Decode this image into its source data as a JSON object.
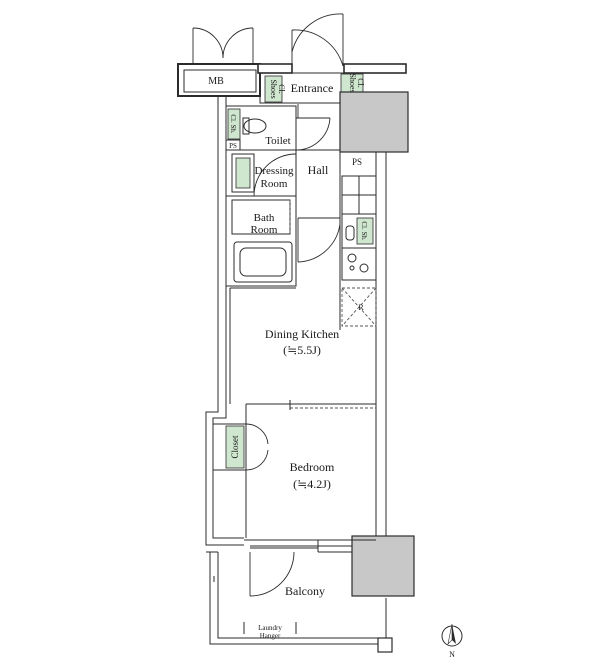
{
  "rooms": {
    "mb": "MB",
    "entrance": "Entrance",
    "shoes_left_1": "Shoes",
    "shoes_left_2": "Cl.",
    "shoes_right_1": "Shoes",
    "shoes_right_2": "Cl.",
    "ps_top": "PS",
    "ps_bottom": "PS",
    "toilet": "Toilet",
    "toilet_shelf": "Cl. Sh.",
    "dressing_1": "Dressing",
    "dressing_2": "Room",
    "hall": "Hall",
    "bath_1": "Bath",
    "bath_2": "Room",
    "kitchen_shelf": "Cl. Sh.",
    "fridge": "R",
    "dining_1": "Dining Kitchen",
    "dining_2": "(≒5.5J)",
    "closet": "Closet",
    "bedroom_1": "Bedroom",
    "bedroom_2": "(≒4.2J)",
    "balcony": "Balcony",
    "laundry_1": "Laundry",
    "laundry_2": "Hanger",
    "north": "N"
  }
}
